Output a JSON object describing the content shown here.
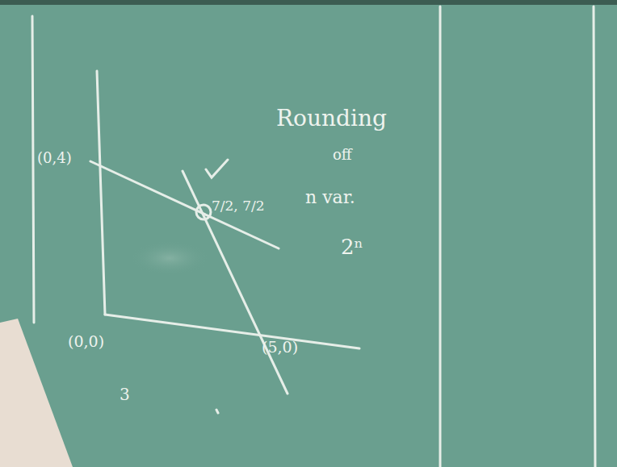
{
  "diagram": {
    "labels": [
      "(0,4)",
      "7/2, 7/2",
      "(0,0)",
      "(5,0)",
      "3",
      "Rounding",
      "off",
      "n var.",
      "2ⁿ"
    ]
  }
}
